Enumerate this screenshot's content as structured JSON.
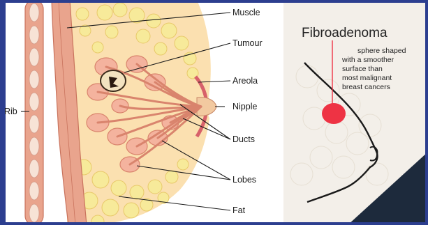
{
  "left_panel": {
    "labels": {
      "muscle": "Muscle",
      "tumour": "Tumour",
      "areola": "Areola",
      "nipple": "Nipple",
      "ducts": "Ducts",
      "lobes": "Lobes",
      "fat": "Fat",
      "rib": "Rib"
    }
  },
  "right_panel": {
    "title": "Fibroadenoma",
    "note_lines": [
      "sphere shaped",
      "with a smoother",
      "surface than",
      "most malignant",
      "breast cancers"
    ]
  },
  "colors": {
    "frame": "#2c3e8f",
    "left_bg": "#ffffff",
    "tissue": "#fbe0b0",
    "fat": "#f7ea9a",
    "rib": "#e9a48d",
    "lobes": "#f4b39e",
    "fibroadenoma": "#ee3344",
    "dark_corner": "#1d2a3c"
  }
}
